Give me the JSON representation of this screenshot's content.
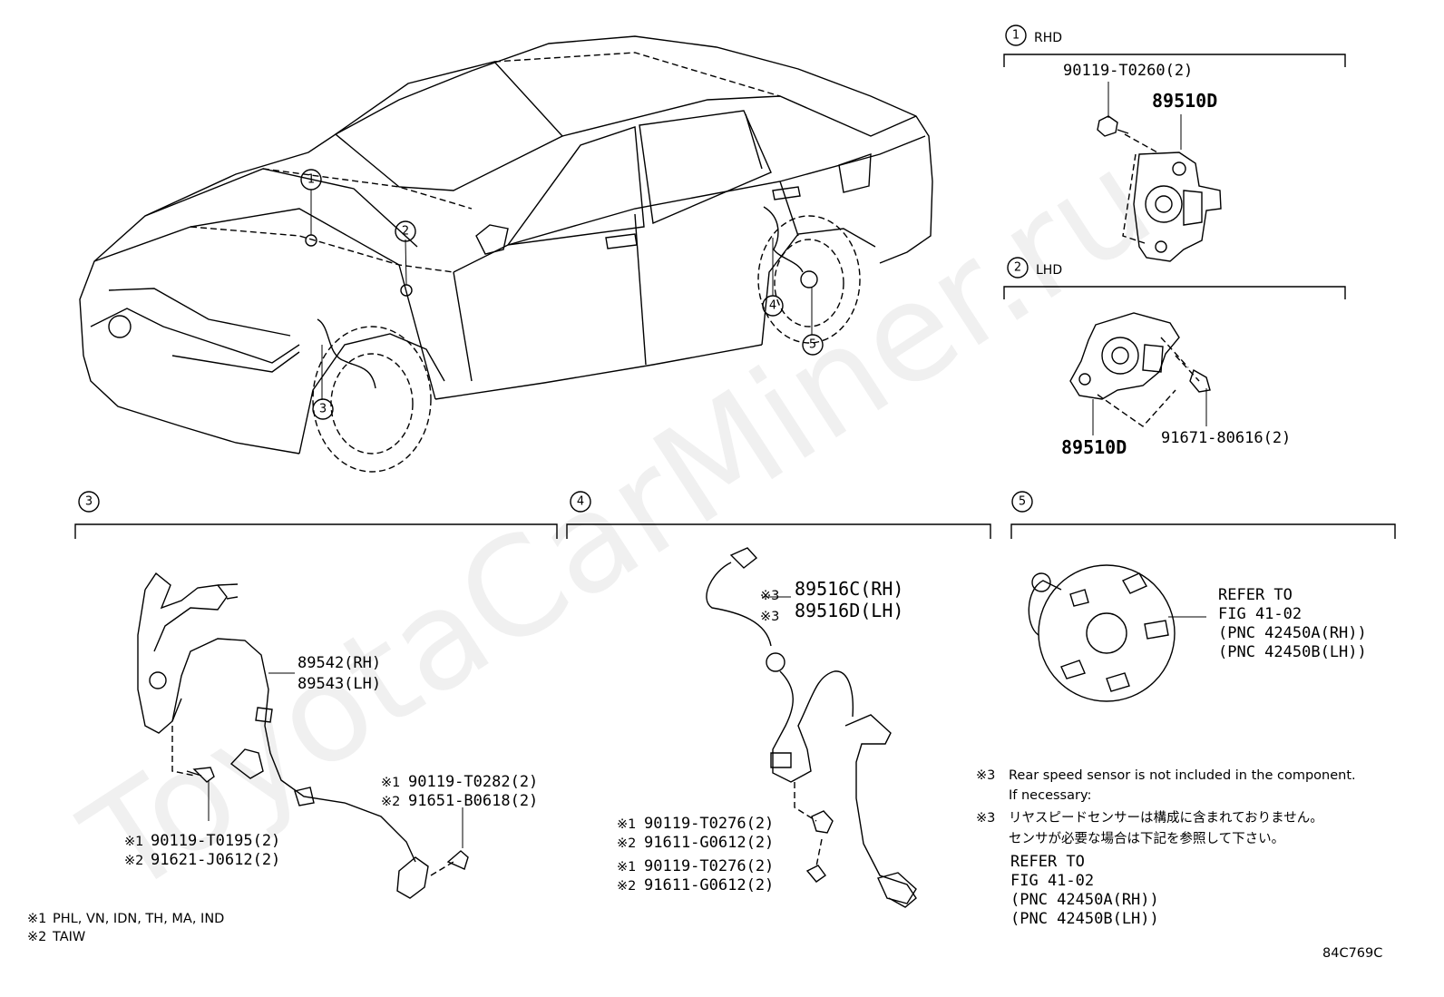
{
  "sections": {
    "s1": {
      "num": "1",
      "label": "RHD"
    },
    "s2": {
      "num": "2",
      "label": "LHD"
    },
    "s3": {
      "num": "3"
    },
    "s4": {
      "num": "4"
    },
    "s5": {
      "num": "5"
    }
  },
  "car_callouts": [
    "1",
    "2",
    "3",
    "4",
    "5"
  ],
  "parts": {
    "s1_bolt": "90119-T0260(2)",
    "s1_sensor": "89510D",
    "s2_sensor": "89510D",
    "s2_bolt": "91671-80616(2)",
    "s3_sensor_rh": "89542(RH)",
    "s3_sensor_lh": "89543(LH)",
    "s3_bolt_a1": "90119-T0282(2)",
    "s3_bolt_a2": "91651-B0618(2)",
    "s3_bolt_b1": "90119-T0195(2)",
    "s3_bolt_b2": "91621-J0612(2)",
    "s4_sensor_rh": "89516C(RH)",
    "s4_sensor_lh": "89516D(LH)",
    "s4_bolt_a1": "90119-T0276(2)",
    "s4_bolt_a2": "91611-G0612(2)",
    "s4_bolt_b1": "90119-T0276(2)",
    "s4_bolt_b2": "91611-G0612(2)"
  },
  "marks": {
    "m1": "※1",
    "m2": "※2",
    "m3": "※3"
  },
  "hub_ref": [
    "REFER TO",
    "FIG 41-02",
    "(PNC 42450A(RH))",
    "(PNC 42450B(LH))"
  ],
  "notes": {
    "en_line1": "Rear speed sensor is not included in the component.",
    "en_line2": "If necessary:",
    "jp_line1": "リヤスピードセンサーは構成に含まれておりません。",
    "jp_line2": "センサが必要な場合は下記を参照して下さい。",
    "ref": [
      "REFER TO",
      "FIG 41-02",
      "(PNC 42450A(RH))",
      "(PNC 42450B(LH))"
    ]
  },
  "footnotes": {
    "f1": "PHL, VN, IDN, TH, MA, IND",
    "f2": "TAIW"
  },
  "watermark": "ToyotaCarMiner.ru",
  "diagram_code": "84C769C"
}
